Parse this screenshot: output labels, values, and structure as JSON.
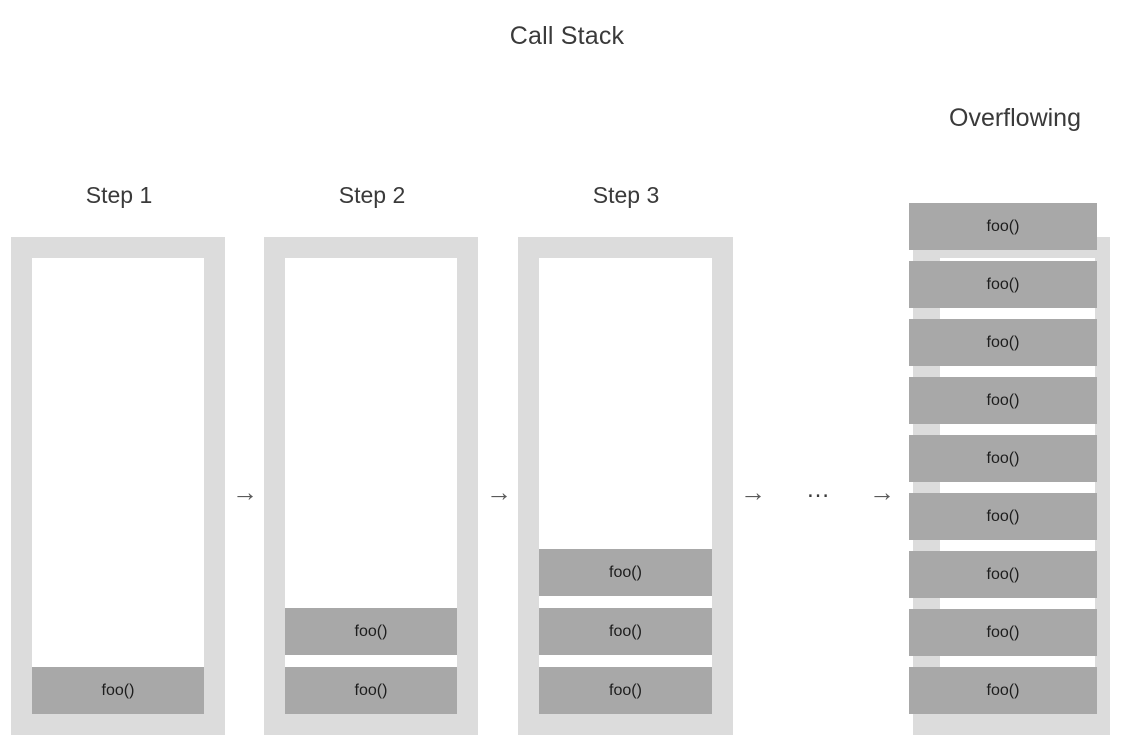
{
  "diagram": {
    "title": "Call Stack",
    "overflow_label": "Overflowing",
    "frame_label": "foo()",
    "arrow_glyph": "→",
    "ellipsis_glyph": "…",
    "colors": {
      "background": "#ffffff",
      "container_border": "#dcdcdc",
      "container_fill": "#ffffff",
      "frame_fill": "#a8a8a8",
      "frame_text": "#1d1d1d",
      "title_text": "#3a3a3a",
      "arrow": "#5a5a5a"
    },
    "steps": [
      {
        "label": "Step 1",
        "frame_count": 1,
        "frames": [
          "foo()"
        ],
        "overflowing": false
      },
      {
        "label": "Step 2",
        "frame_count": 2,
        "frames": [
          "foo()",
          "foo()"
        ],
        "overflowing": false
      },
      {
        "label": "Step 3",
        "frame_count": 3,
        "frames": [
          "foo()",
          "foo()",
          "foo()"
        ],
        "overflowing": false
      },
      {
        "label": "Overflowing",
        "frame_count": 9,
        "frames": [
          "foo()",
          "foo()",
          "foo()",
          "foo()",
          "foo()",
          "foo()",
          "foo()",
          "foo()",
          "foo()"
        ],
        "overflowing": true
      }
    ],
    "connectors": [
      {
        "type": "arrow",
        "glyph": "→"
      },
      {
        "type": "arrow",
        "glyph": "→"
      },
      {
        "type": "arrow",
        "glyph": "→"
      },
      {
        "type": "ellipsis",
        "glyph": "…"
      },
      {
        "type": "arrow",
        "glyph": "→"
      }
    ]
  }
}
